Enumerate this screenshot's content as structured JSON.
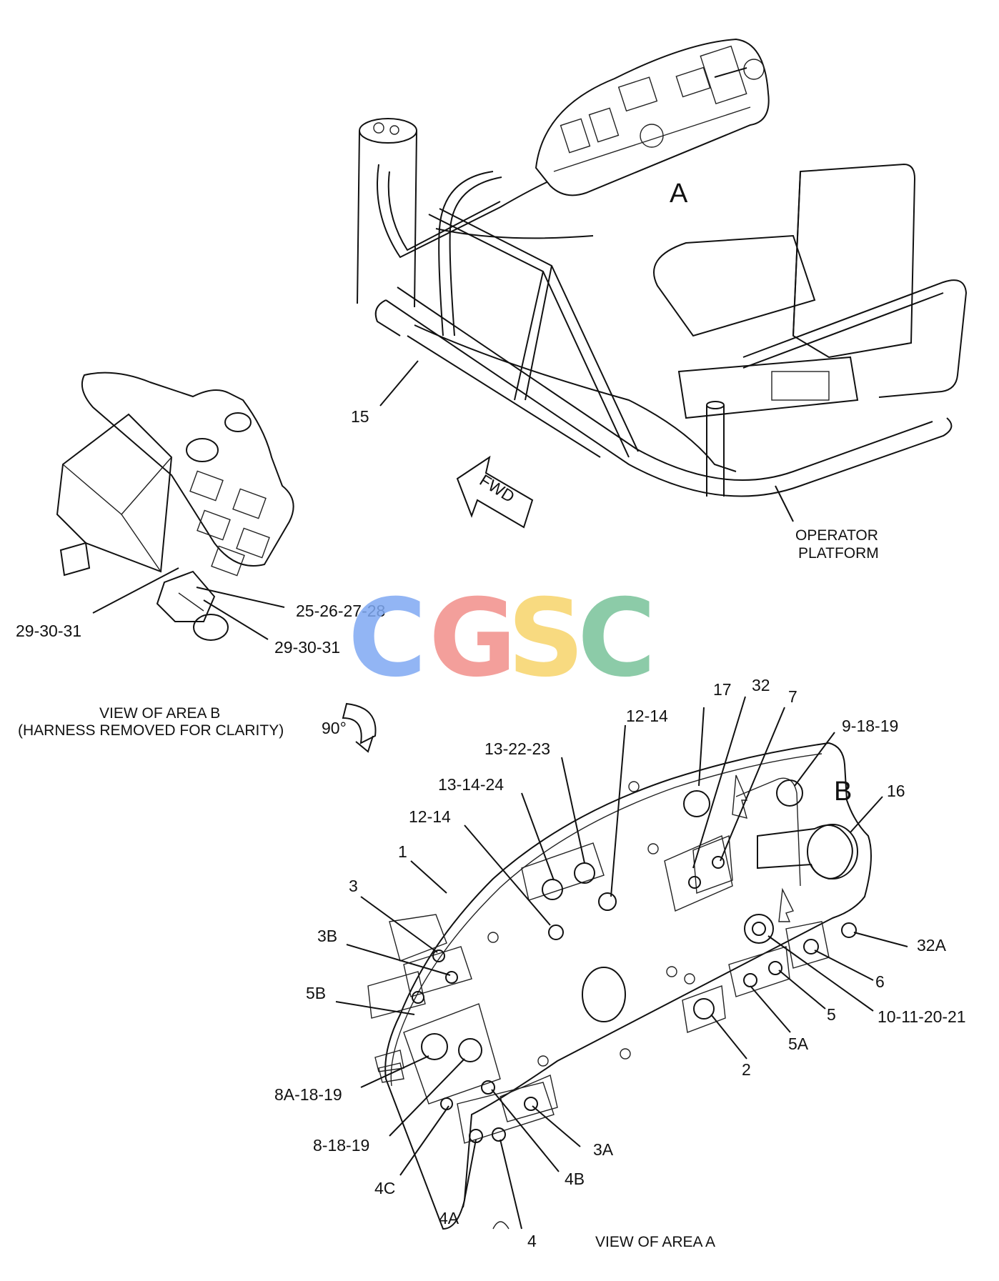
{
  "watermark": {
    "letters": [
      "C",
      "G",
      "S",
      "C"
    ],
    "colors": [
      "#7fa9f3",
      "#f28f8a",
      "#f7d46a",
      "#78c29a"
    ]
  },
  "top_view": {
    "area_label": "A",
    "fwd_label": "FWD",
    "callout_15": "15",
    "operator_platform": [
      "OPERATOR",
      "PLATFORM"
    ]
  },
  "view_b": {
    "callout_left": "29-30-31",
    "callout_mid": "25-26-27-28",
    "callout_right": "29-30-31",
    "title": [
      "VIEW OF AREA B",
      "(HARNESS REMOVED FOR CLARITY)"
    ],
    "rotation": "90°"
  },
  "view_a": {
    "area_b_label": "B",
    "title": "VIEW OF AREA A",
    "callouts": {
      "c17": "17",
      "c32": "32",
      "c7": "7",
      "c12_14_top": "12-14",
      "c9_18_19": "9-18-19",
      "c16": "16",
      "c13_22_23": "13-22-23",
      "c13_14_24": "13-14-24",
      "c12_14_left": "12-14",
      "c1": "1",
      "c3": "3",
      "c3b": "3B",
      "c5b": "5B",
      "c32a": "32A",
      "c6": "6",
      "c5": "5",
      "c10_11_20_21": "10-11-20-21",
      "c5a": "5A",
      "c2": "2",
      "c8a_18_19": "8A-18-19",
      "c8_18_19": "8-18-19",
      "c3a": "3A",
      "c4b": "4B",
      "c4c": "4C",
      "c4a": "4A",
      "c4": "4"
    }
  }
}
